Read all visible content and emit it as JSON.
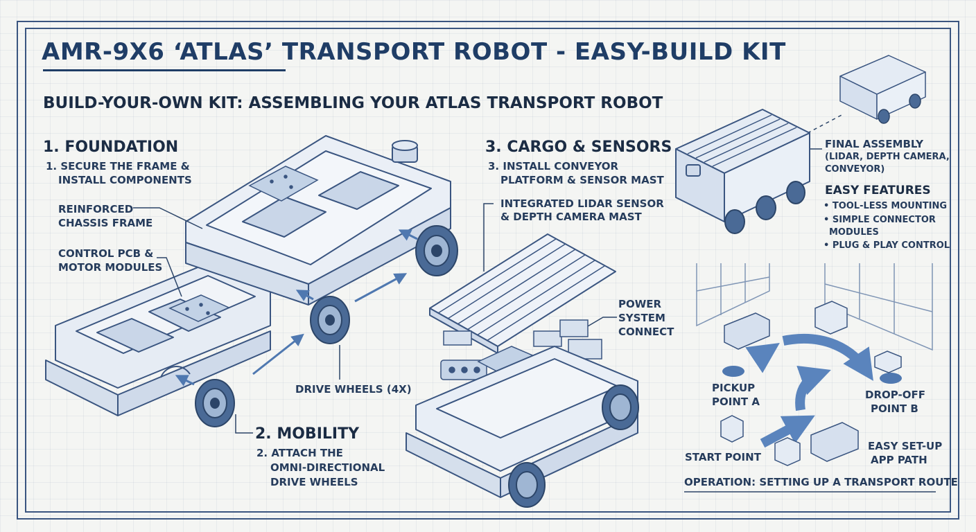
{
  "title": "AMR-9X6 ‘ATLAS’ TRANSPORT ROBOT - EASY-BUILD KIT",
  "subtitle": "BUILD-YOUR-OWN KIT: ASSEMBLING YOUR ATLAS TRANSPORT ROBOT",
  "foundation": {
    "heading": "1. FOUNDATION",
    "step": [
      "1. SECURE THE FRAME &",
      "INSTALL COMPONENTS"
    ],
    "chassis_label": [
      "REINFORCED",
      "CHASSIS FRAME"
    ],
    "pcb_label": [
      "CONTROL PCB &",
      "MOTOR MODULES"
    ]
  },
  "mobility": {
    "heading": "2. MOBILITY",
    "step": [
      "2. ATTACH THE",
      "OMNI-DIRECTIONAL",
      "DRIVE WHEELS"
    ],
    "wheels_label": "DRIVE WHEELS (4X)"
  },
  "cargo": {
    "heading": "3. CARGO & SENSORS",
    "step": [
      "3. INSTALL CONVEYOR",
      "PLATFORM & SENSOR MAST"
    ],
    "lidar_label": [
      "INTEGRATED LIDAR SENSOR",
      "& DEPTH CAMERA MAST"
    ],
    "power_label": [
      "POWER",
      "SYSTEM",
      "CONNECT"
    ]
  },
  "final": {
    "label": [
      "FINAL ASSEMBLY",
      "(LIDAR, DEPTH CAMERA,",
      "CONVEYOR)"
    ],
    "features_heading": "EASY FEATURES",
    "features": [
      "• TOOL-LESS MOUNTING",
      "• SIMPLE CONNECTOR",
      "MODULES",
      "• PLUG & PLAY CONTROL"
    ]
  },
  "operation": {
    "pickup": [
      "PICKUP",
      "POINT A"
    ],
    "dropoff": [
      "DROP-OFF",
      "POINT B"
    ],
    "start": "START POINT",
    "app_path": [
      "EASY SET-UP",
      "APP PATH"
    ],
    "caption": "OPERATION: SETTING UP A TRANSPORT ROUTE"
  },
  "colors": {
    "ink": "#1f3556",
    "line": "#3a5580",
    "fill": "#dbe5f1",
    "accent": "#4f78b0"
  }
}
